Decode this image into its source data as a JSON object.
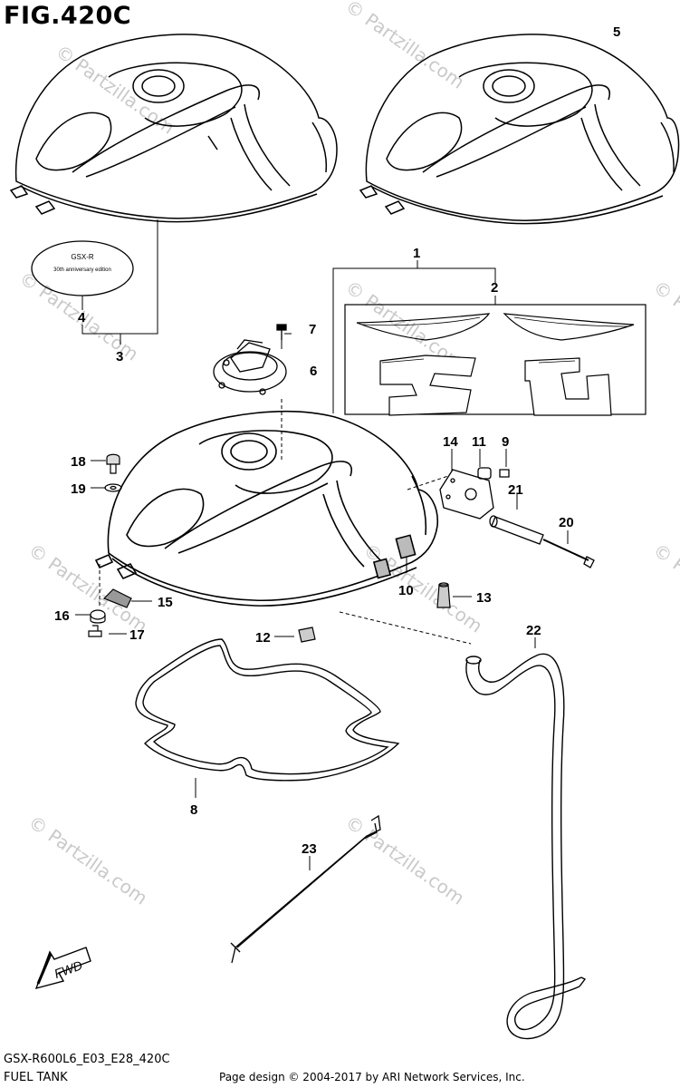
{
  "figure": {
    "title": "FIG.420C"
  },
  "callouts": [
    {
      "id": "1",
      "label": "1"
    },
    {
      "id": "2",
      "label": "2"
    },
    {
      "id": "3",
      "label": "3"
    },
    {
      "id": "4",
      "label": "4"
    },
    {
      "id": "5",
      "label": "5"
    },
    {
      "id": "6",
      "label": "6"
    },
    {
      "id": "7",
      "label": "7"
    },
    {
      "id": "8",
      "label": "8"
    },
    {
      "id": "9",
      "label": "9"
    },
    {
      "id": "10",
      "label": "10"
    },
    {
      "id": "11",
      "label": "11"
    },
    {
      "id": "12",
      "label": "12"
    },
    {
      "id": "13",
      "label": "13"
    },
    {
      "id": "14",
      "label": "14"
    },
    {
      "id": "15",
      "label": "15"
    },
    {
      "id": "16",
      "label": "16"
    },
    {
      "id": "17",
      "label": "17"
    },
    {
      "id": "18",
      "label": "18"
    },
    {
      "id": "19",
      "label": "19"
    },
    {
      "id": "20",
      "label": "20"
    },
    {
      "id": "21",
      "label": "21"
    },
    {
      "id": "22",
      "label": "22"
    },
    {
      "id": "23",
      "label": "23"
    }
  ],
  "emblem": {
    "line1": "GSX-R",
    "line2": "30th anniversary edition"
  },
  "fwd_arrow": {
    "label": "FWD"
  },
  "watermark": {
    "text": "© Partzilla.com"
  },
  "footer": {
    "model_code": "GSX-R600L6_E03_E28_420C",
    "section_name": "FUEL TANK",
    "copyright": "Page design © 2004-2017 by ARI Network Services, Inc."
  }
}
